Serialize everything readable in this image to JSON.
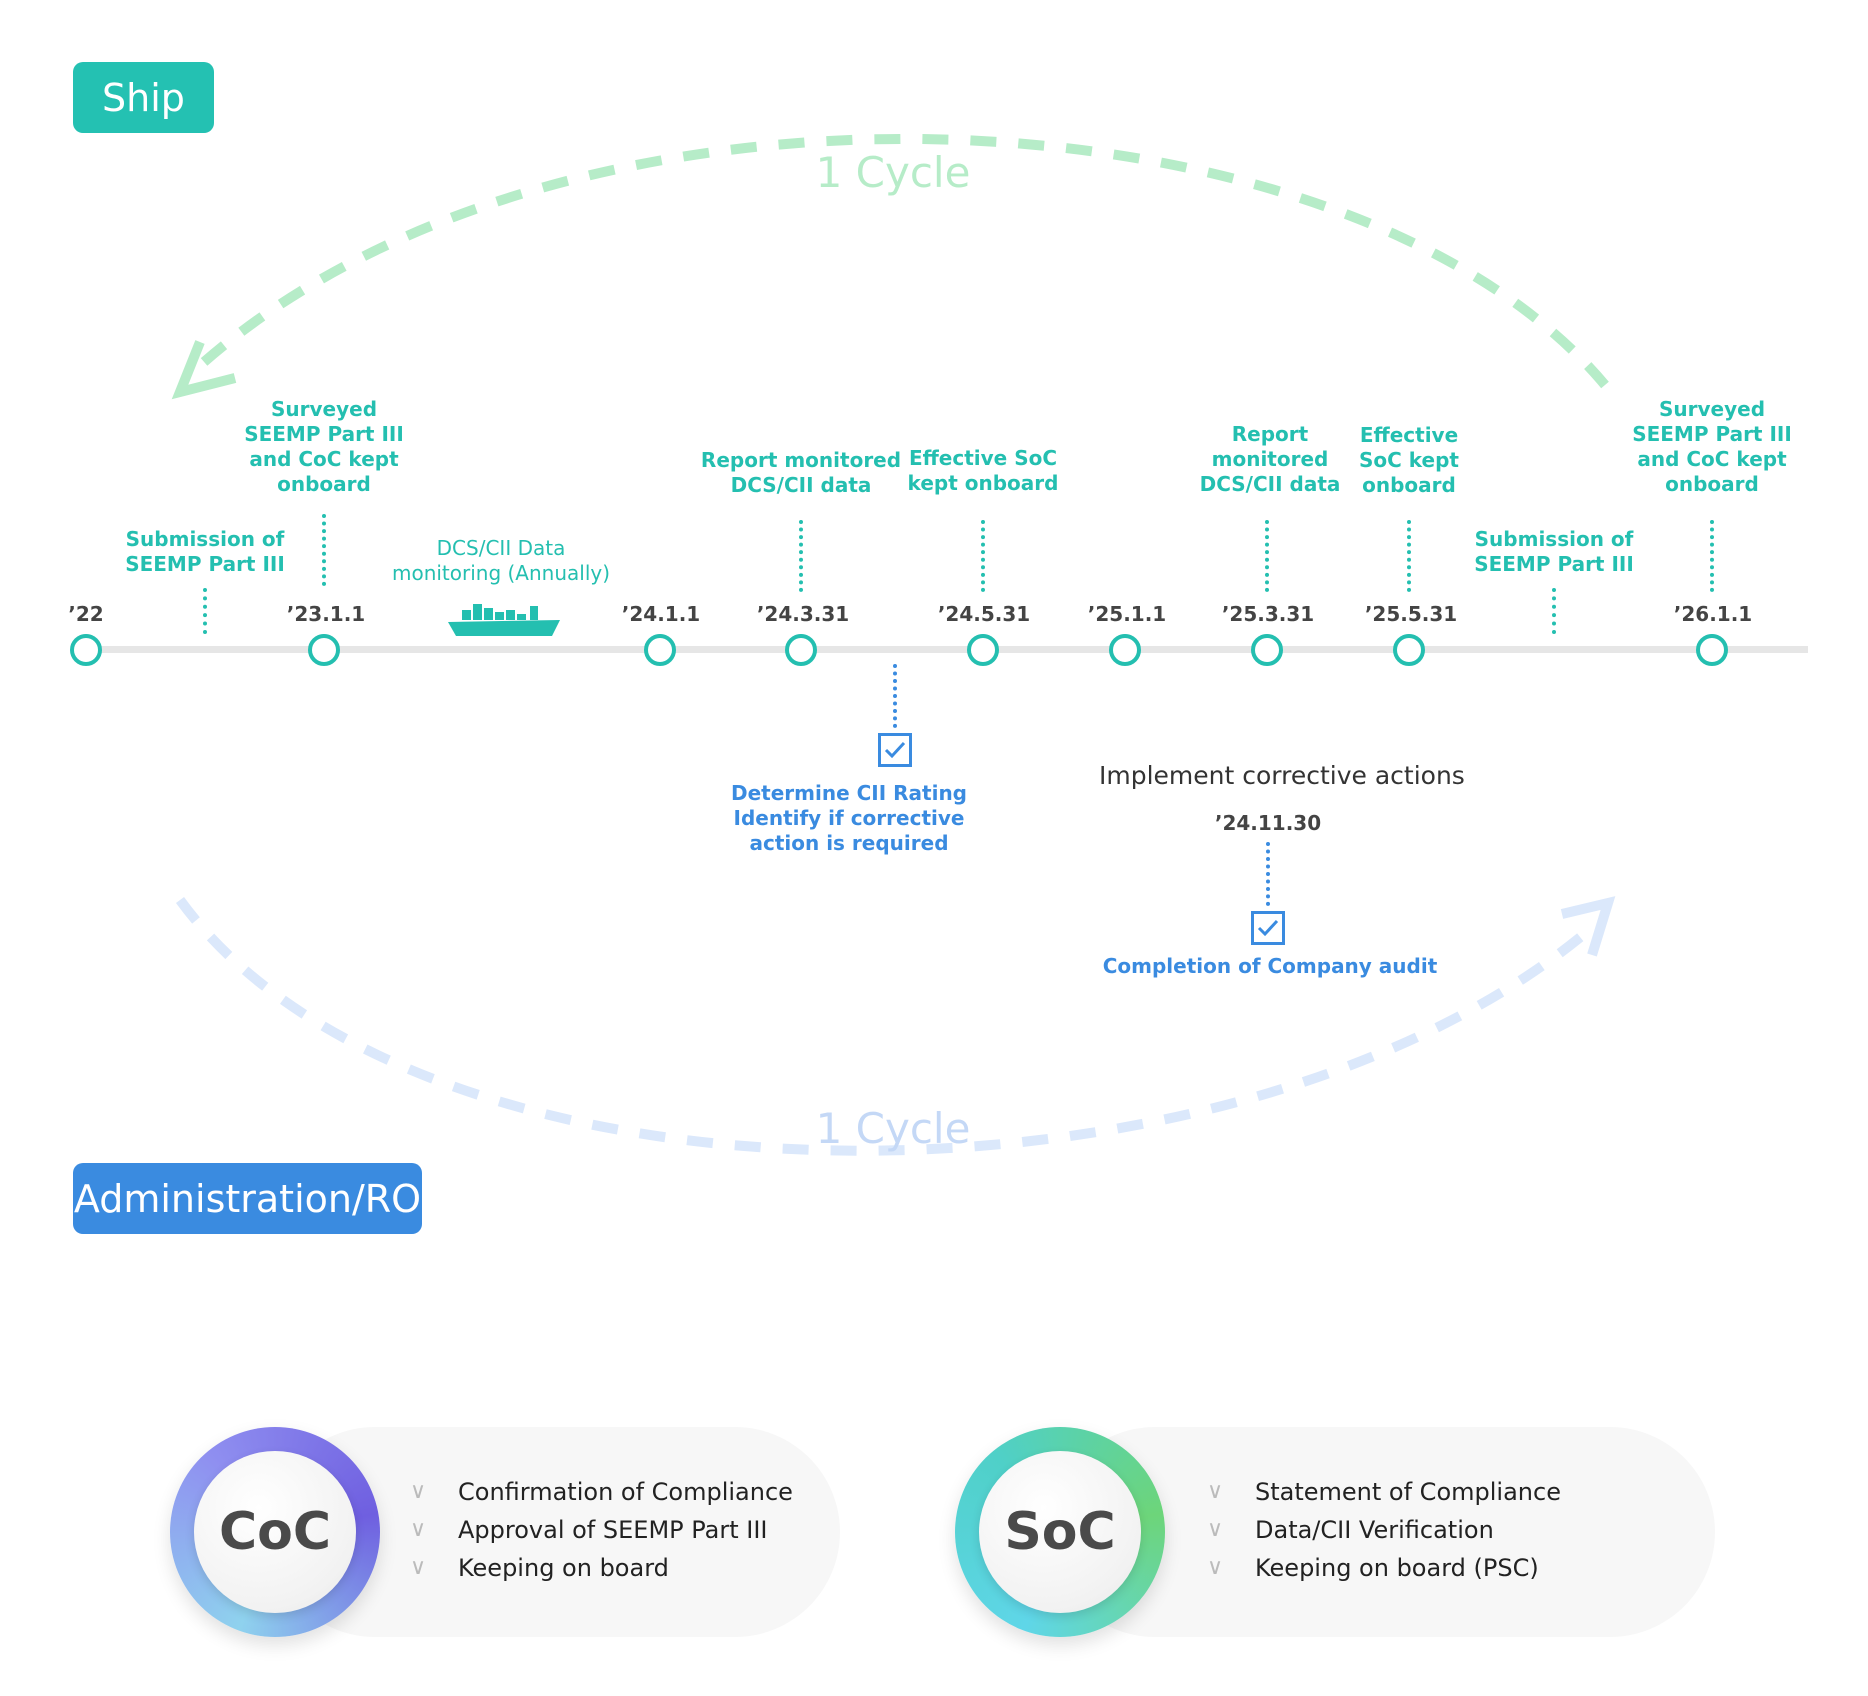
{
  "ship_label": "Ship",
  "admin_label": "Administration/RO",
  "cycle_top": "1 Cycle",
  "cycle_bottom": "1 Cycle",
  "colors": {
    "teal": "#24bfb0",
    "blue": "#3a8be0",
    "green_arc": "#b6ecc8",
    "blue_arc": "#dbe8fb"
  },
  "timeline": {
    "dates": {
      "d22": "’22",
      "d23": "’23.1.1",
      "d24": "’24.1.1",
      "d2403": "’24.3.31",
      "d2405": "’24.5.31",
      "d25": "’25.1.1",
      "d2503": "’25.3.31",
      "d2505": "’25.5.31",
      "d26": "’26.1.1"
    },
    "labels": {
      "submission1": "Submission of\nSEEMP Part III",
      "surveyed1": "Surveyed\nSEEMP Part III\nand CoC kept\nonboard",
      "dcs": "DCS/CII Data\nmonitoring (Annually)",
      "report1": "Report monitored\nDCS/CII data",
      "effective1": "Effective SoC\nkept onboard",
      "report2": "Report\nmonitored\nDCS/CII data",
      "effective2": "Effective\nSoC kept\nonboard",
      "submission2": "Submission of\nSEEMP Part III",
      "surveyed2": "Surveyed\nSEEMP Part III\nand CoC kept\nonboard"
    },
    "below": {
      "determine": "Determine CII Rating\nIdentify if corrective\naction is required",
      "implement": "Implement corrective actions",
      "audit_date": "’24.11.30",
      "audit": "Completion of Company audit"
    },
    "ship_icon": "container-ship-icon"
  },
  "coc": {
    "title": "CoC",
    "items": [
      "Confirmation of Compliance",
      "Approval of SEEMP Part III",
      "Keeping on board"
    ]
  },
  "soc": {
    "title": "SoC",
    "items": [
      "Statement of Compliance",
      "Data/CII Verification",
      "Keeping on board (PSC)"
    ]
  }
}
